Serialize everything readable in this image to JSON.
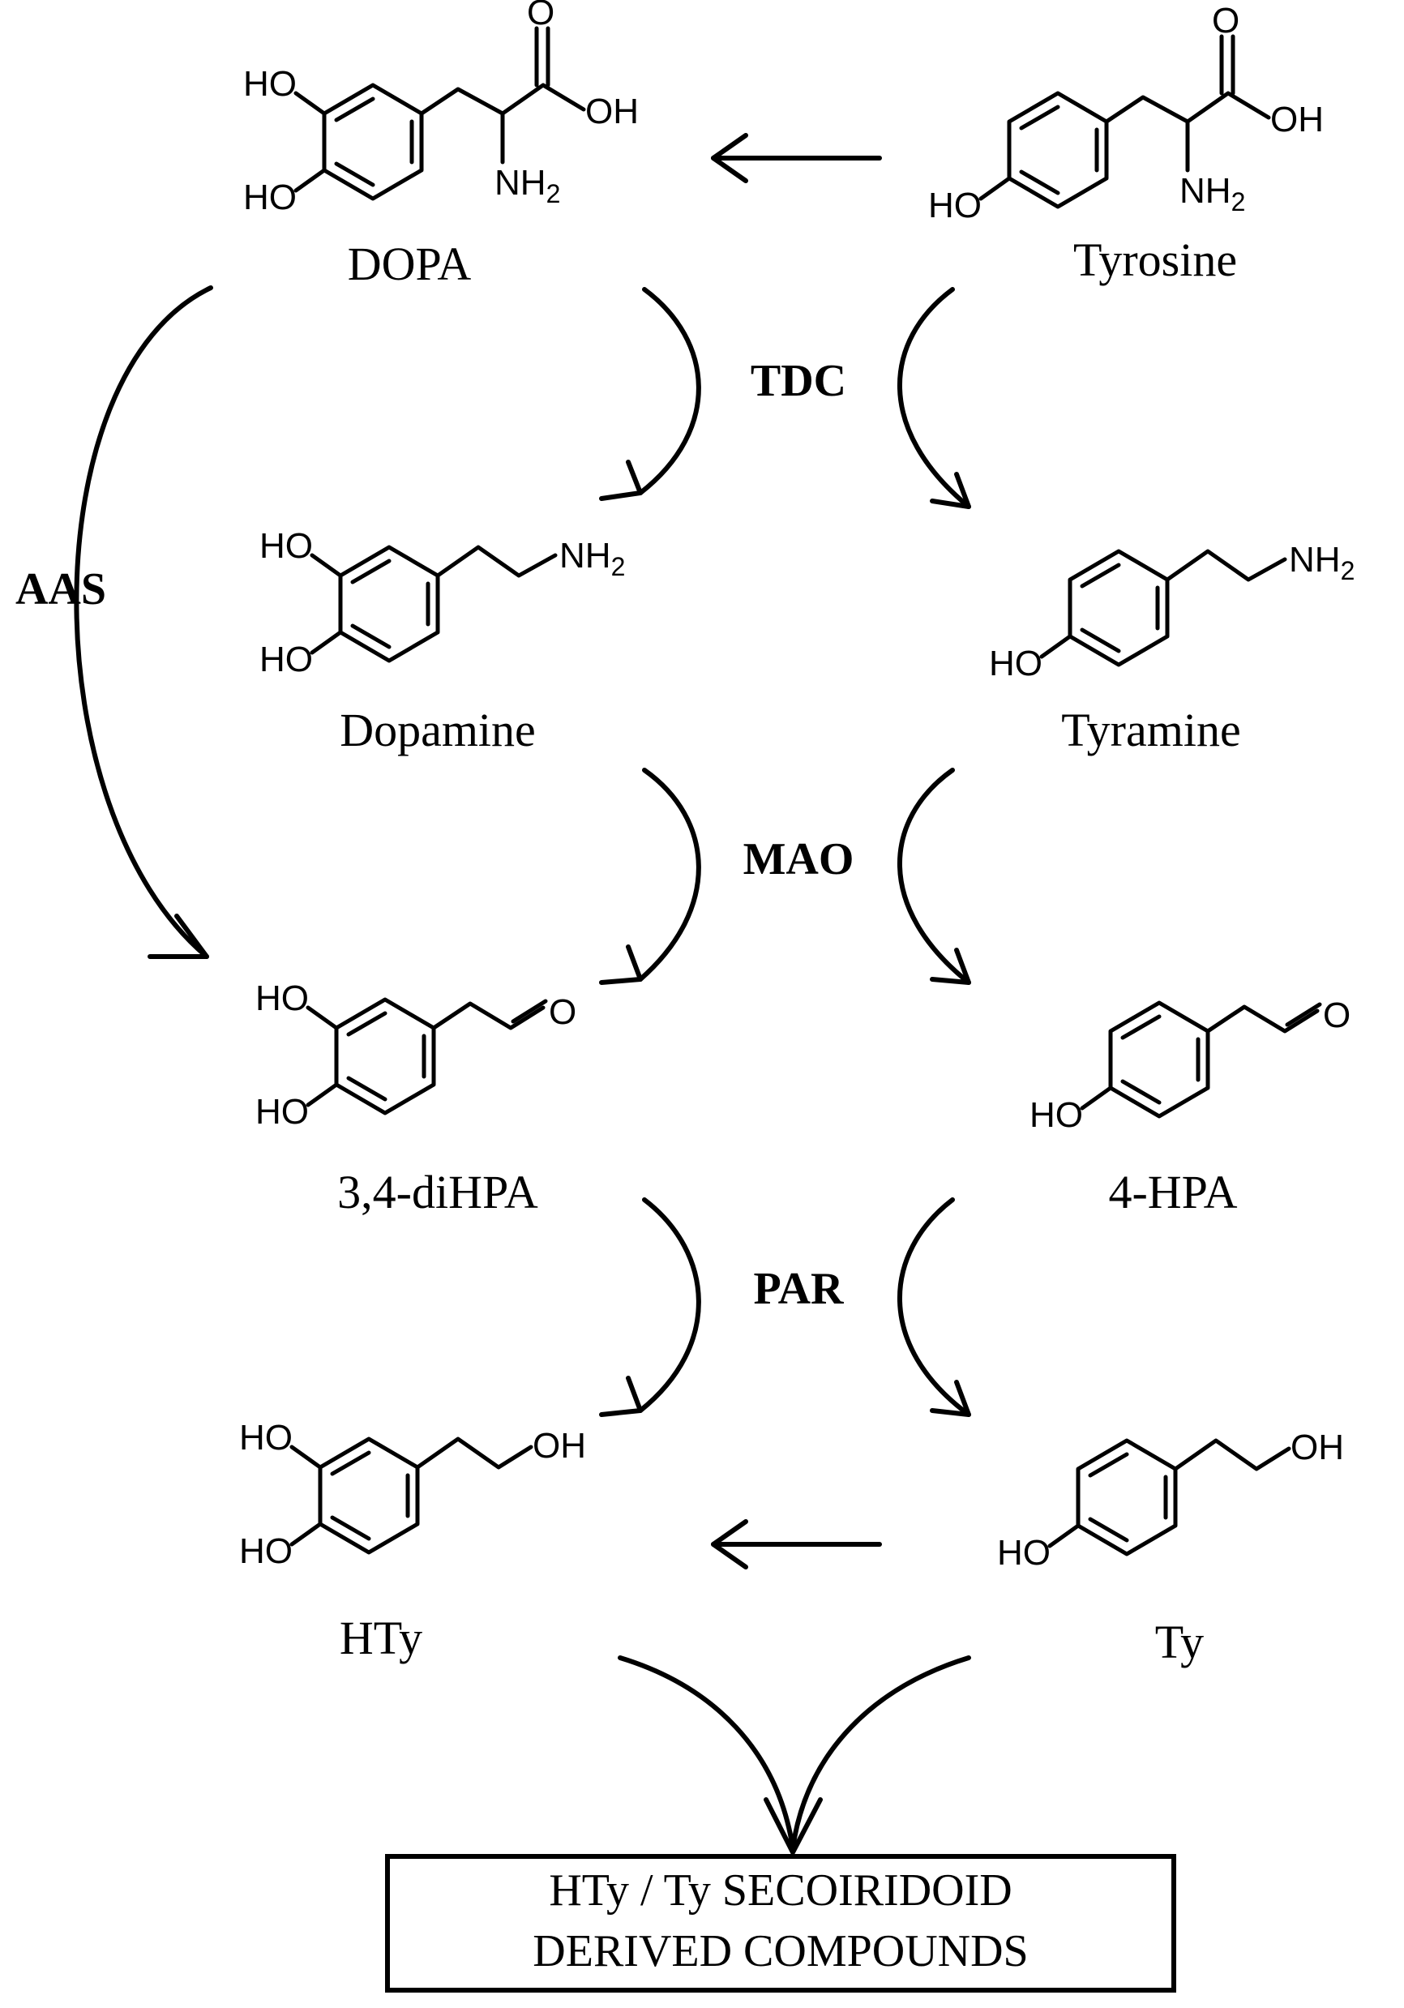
{
  "compounds": {
    "dopa": "DOPA",
    "tyrosine": "Tyrosine",
    "dopamine": "Dopamine",
    "tyramine": "Tyramine",
    "dihpa": "3,4-diHPA",
    "hpa": "4-HPA",
    "hty": "HTy",
    "ty": "Ty"
  },
  "enzymes": {
    "tdc": "TDC",
    "mao": "MAO",
    "par": "PAR",
    "aas": "AAS"
  },
  "atom_labels": {
    "ho": "HO",
    "oh": "OH",
    "o": "O",
    "nh": "NH",
    "sub2": "2"
  },
  "output_box": {
    "line1": "HTy / Ty SECOIRIDOID",
    "line2": "DERIVED COMPOUNDS"
  }
}
